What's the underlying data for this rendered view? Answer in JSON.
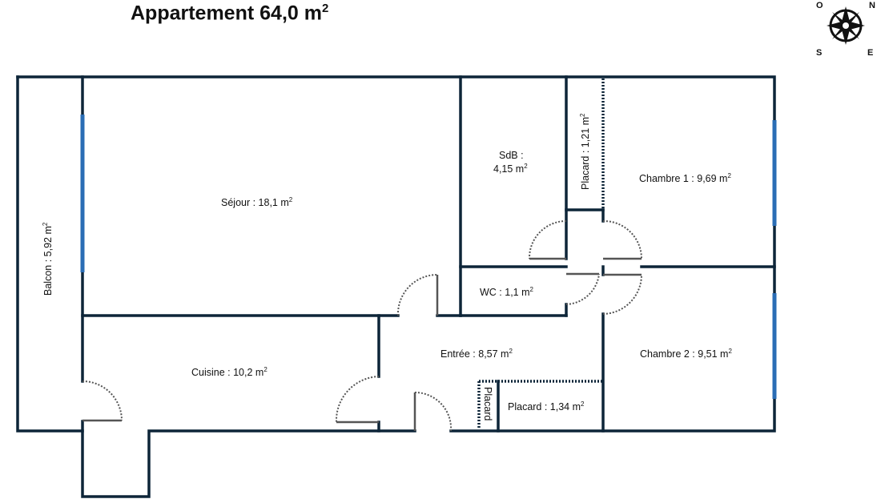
{
  "title": {
    "text": "Appartement 64,0 m",
    "sup": "2"
  },
  "compass": {
    "n": "N",
    "o": "O",
    "s": "S",
    "e": "E"
  },
  "rooms": {
    "sejour": {
      "label": "Séjour : 18,1 m",
      "sup": "2"
    },
    "cuisine": {
      "label": "Cuisine : 10,2 m",
      "sup": "2"
    },
    "balcon": {
      "label": "Balcon : 5,92 m",
      "sup": "2"
    },
    "sdb": {
      "label1": "SdB :",
      "label2": "4,15 m",
      "sup": "2"
    },
    "wc": {
      "label": "WC : 1,1 m",
      "sup": "2"
    },
    "placard1": {
      "label": "Placard : 1,21 m",
      "sup": "2"
    },
    "chambre1": {
      "label": "Chambre 1 : 9,69 m",
      "sup": "2"
    },
    "chambre2": {
      "label": "Chambre 2 : 9,51 m",
      "sup": "2"
    },
    "entree": {
      "label": "Entrée : 8,57 m",
      "sup": "2"
    },
    "placard2": {
      "label": "Placard : 1,34 m",
      "sup": "2"
    },
    "placard3": {
      "label": "Placard"
    }
  },
  "colors": {
    "wall": "#0d2538",
    "window": "#2a6db5",
    "door": "#555555",
    "dotted": "#0d2538"
  }
}
